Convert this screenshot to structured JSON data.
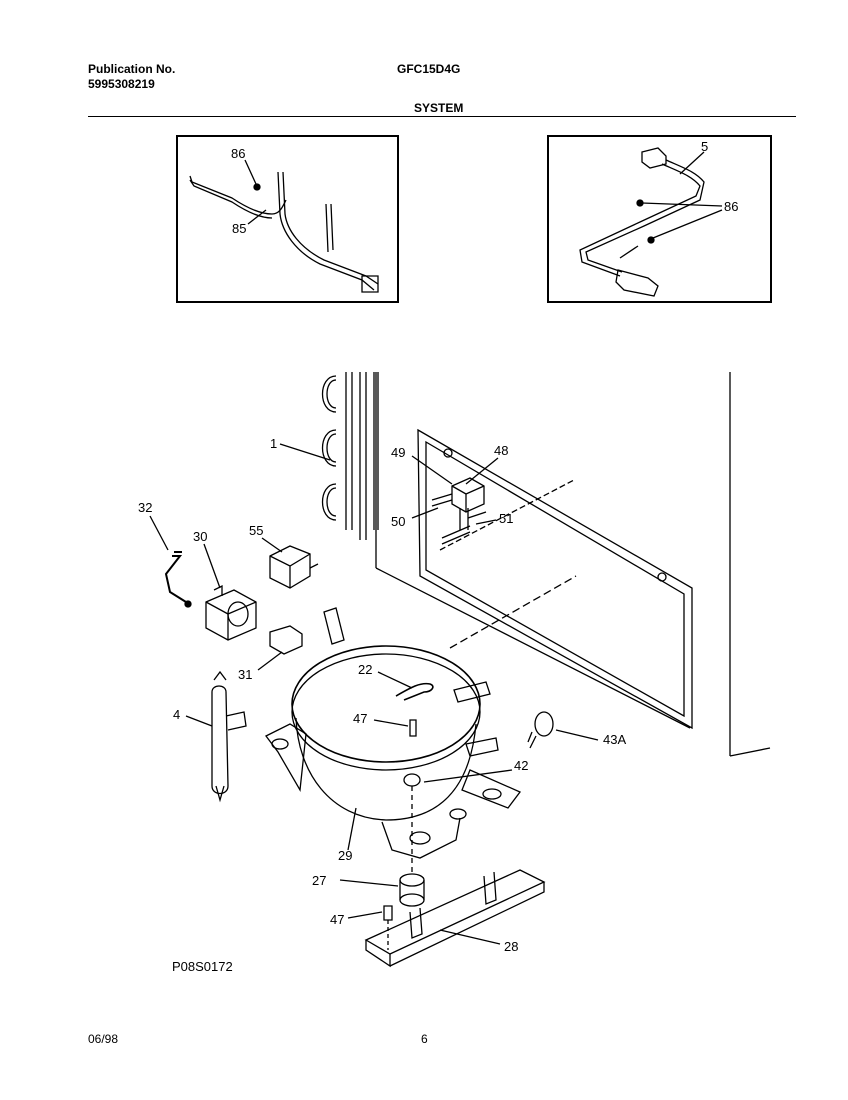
{
  "header": {
    "publication_label": "Publication No.",
    "publication_number": "5995308219",
    "model": "GFC15D4G",
    "section": "SYSTEM"
  },
  "callouts": {
    "c86a": "86",
    "c85": "85",
    "c5": "5",
    "c86b": "86",
    "c1": "1",
    "c49": "49",
    "c48": "48",
    "c50": "50",
    "c51": "51",
    "c32": "32",
    "c30": "30",
    "c55": "55",
    "c31": "31",
    "c22": "22",
    "c4": "4",
    "c47a": "47",
    "c43a": "43A",
    "c42": "42",
    "c29": "29",
    "c27": "27",
    "c47b": "47",
    "c28": "28"
  },
  "drawing_code": "P08S0172",
  "footer": {
    "date": "06/98",
    "page": "6"
  }
}
